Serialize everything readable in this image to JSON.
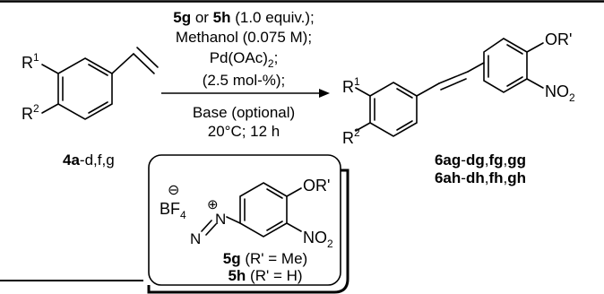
{
  "scheme": {
    "starting_material": {
      "r1": "R",
      "r1_sup": "1",
      "r2": "R",
      "r2_sup": "2",
      "label": "4a",
      "label_rest": "-d,f,g"
    },
    "conditions_above": {
      "line1_a": "5g",
      "line1_b": " or ",
      "line1_c": "5h",
      "line1_d": " (1.0 equiv.);",
      "line2": "Methanol (0.075 M);",
      "line3_a": "Pd(OAc)",
      "line3_sub": "2",
      "line3_b": ";",
      "line4": "(2.5 mol-%);"
    },
    "conditions_below": {
      "line1": "Base (optional)",
      "line2": "20°C; 12 h"
    },
    "product": {
      "r1": "R",
      "r1_sup": "1",
      "r2": "R",
      "r2_sup": "2",
      "or_label": "OR'",
      "no2": "NO",
      "no2_sub": "2",
      "label_line1_a": "6ag",
      "label_line1_b": "-",
      "label_line1_c": "dg",
      "label_line1_d": ",",
      "label_line1_e": "fg",
      "label_line1_f": ",",
      "label_line1_g": "gg",
      "label_line2_a": "6ah",
      "label_line2_b": "-",
      "label_line2_c": "dh",
      "label_line2_d": ",",
      "label_line2_e": "fh",
      "label_line2_f": ",",
      "label_line2_g": "gh"
    },
    "reagent_box": {
      "bf": "BF",
      "bf_sub": "4",
      "minus": "⊖",
      "plus": "⊕",
      "n_left": "N",
      "n_right": "N",
      "or_label": "OR'",
      "no2": "NO",
      "no2_sub": "2",
      "opt1_a": "5g",
      "opt1_b": " (R' = Me)",
      "opt2_a": "5h",
      "opt2_b": " (R' = H)"
    }
  }
}
